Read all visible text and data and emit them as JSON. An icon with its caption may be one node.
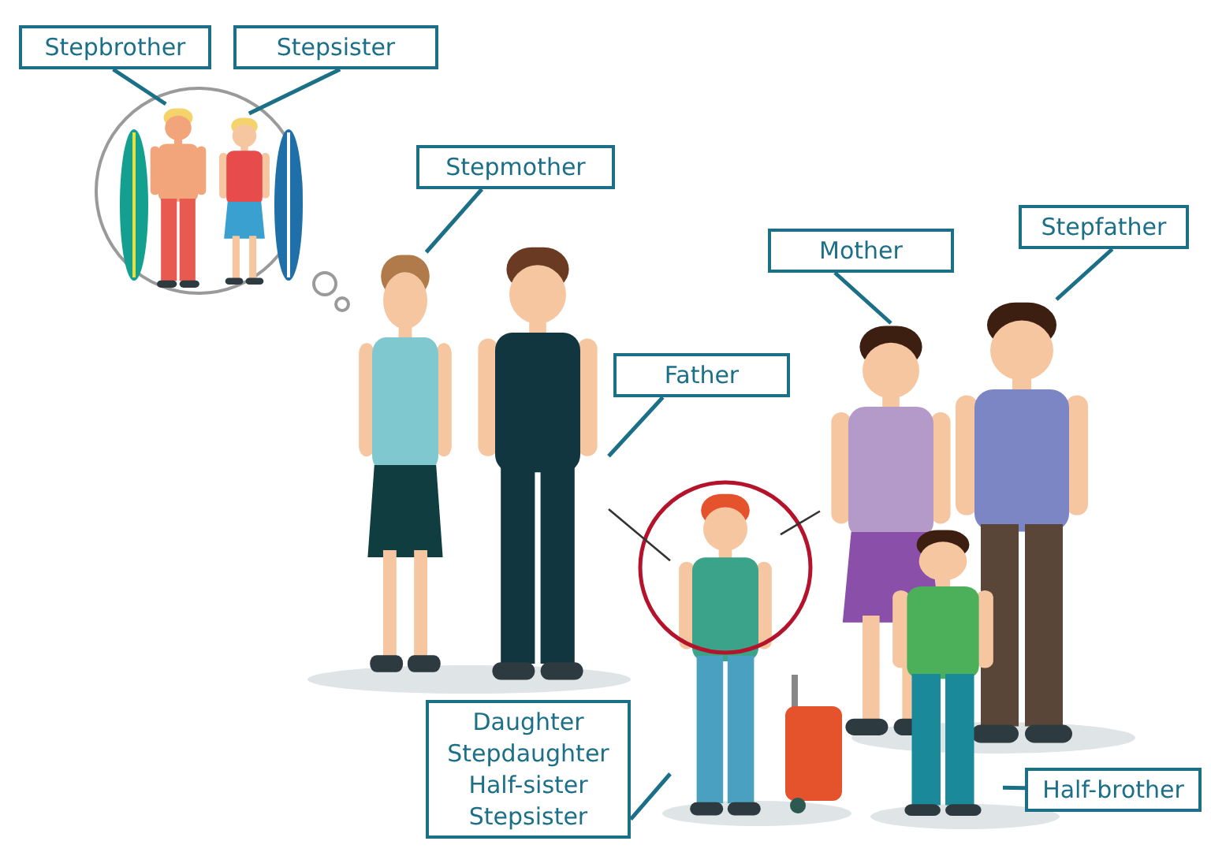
{
  "diagram": {
    "nodes": [
      {
        "text": [
          "Stepbrother"
        ]
      },
      {
        "text": [
          "Stepsister"
        ]
      },
      {
        "text": [],
        "shape": "circle"
      },
      {
        "text": [],
        "shape": "person",
        "in": 2
      },
      {
        "text": [],
        "shape": "person",
        "in": 2
      },
      {
        "text": [
          "Stepmother"
        ]
      },
      {
        "text": [],
        "shape": "person"
      },
      {
        "text": [
          "Father"
        ]
      },
      {
        "text": [],
        "shape": "person"
      },
      {
        "text": [
          "Mother"
        ]
      },
      {
        "text": [],
        "shape": "person"
      },
      {
        "text": [
          "Stepfather"
        ]
      },
      {
        "text": [],
        "shape": "person"
      },
      {
        "text": [],
        "shape": "person"
      },
      {
        "text": [
          "Daughter",
          "Stepdaughter",
          "Half-sister",
          "Stepsister"
        ]
      },
      {
        "text": [
          "Half-brother"
        ]
      },
      {
        "text": [],
        "shape": "person"
      }
    ],
    "edges": [
      {
        "from": 0,
        "to": 3,
        "arrow": "none"
      },
      {
        "from": 1,
        "to": 4,
        "arrow": "none"
      },
      {
        "from": 5,
        "to": 6,
        "arrow": "none"
      },
      {
        "from": 7,
        "to": 8,
        "arrow": "none"
      },
      {
        "from": 9,
        "to": 10,
        "arrow": "none"
      },
      {
        "from": 11,
        "to": 12,
        "arrow": "none"
      },
      {
        "from": 8,
        "to": 13,
        "arrow": "none",
        "color": "#333333"
      },
      {
        "from": 10,
        "to": 13,
        "arrow": "none",
        "color": "#333333"
      },
      {
        "from": 14,
        "to": 13,
        "arrow": "none"
      },
      {
        "from": 15,
        "to": 16,
        "arrow": "none"
      }
    ]
  }
}
